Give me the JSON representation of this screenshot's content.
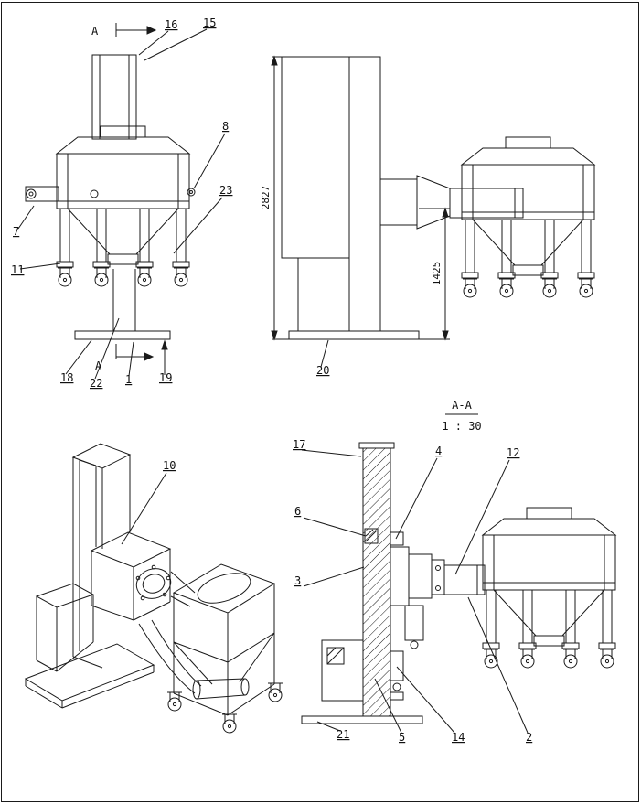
{
  "front_view": {
    "section_label_top": "A",
    "section_label_bottom": "A",
    "callout_16": "16",
    "callout_15": "15",
    "callout_8": "8",
    "callout_23": "23",
    "callout_7": "7",
    "callout_11": "11",
    "callout_18": "18",
    "callout_22": "22",
    "callout_1": "1",
    "callout_19": "19"
  },
  "side_view": {
    "dim_total_height": "2827",
    "dim_lower_height": "1425",
    "callout_20": "20"
  },
  "iso_view": {
    "callout_10": "10"
  },
  "section_view": {
    "title": "A-A",
    "scale": "1 : 30",
    "callout_17": "17",
    "callout_4": "4",
    "callout_12": "12",
    "callout_6": "6",
    "callout_3": "3",
    "callout_21": "21",
    "callout_5": "5",
    "callout_14": "14",
    "callout_2": "2"
  }
}
